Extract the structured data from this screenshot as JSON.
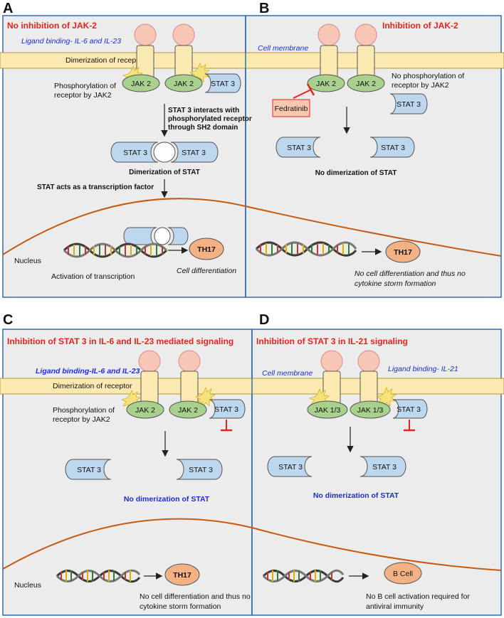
{
  "panels": {
    "A": {
      "letter": "A",
      "title": "No inhibition of JAK-2",
      "ligand": "Ligand binding- IL-6 and IL-23",
      "receptor_label": "Dimerization of receptor",
      "jak_left": "JAK 2",
      "jak_right": "JAK 2",
      "stat_side": "STAT 3",
      "phospho": [
        "Phosphorylation of",
        "receptor by JAK2"
      ],
      "interact": [
        "STAT 3 interacts with",
        "phosphorylated receptor",
        "through SH2 domain"
      ],
      "dimer_left": "STAT 3",
      "dimer_right": "STAT 3",
      "dimer_caption": "Dimerization of STAT",
      "transcription_factor": "STAT acts as a transcription factor",
      "nucleus": "Nucleus",
      "activation": "Activation of transcription",
      "th17": "TH17",
      "cell_diff": "Cell differentiation"
    },
    "B": {
      "letter": "B",
      "title": "Inhibition of JAK-2",
      "membrane": "Cell membrane",
      "jak_left": "JAK 2",
      "jak_right": "JAK 2",
      "no_phospho": [
        "No phosphorylation of",
        "receptor by JAK2"
      ],
      "stat_side": "STAT 3",
      "drug": "Fedratinib",
      "stat_left": "STAT 3",
      "stat_right": "STAT 3",
      "no_dimer": "No dimerization of STAT",
      "th17": "TH17",
      "outcome": [
        "No cell differentiation and thus no",
        "cytokine storm formation"
      ]
    },
    "C": {
      "letter": "C",
      "title": "Inhibition of STAT 3 in IL-6 and IL-23 mediated signaling",
      "ligand": "Ligand binding-IL-6 and IL-23",
      "receptor_label": "Dimerization of receptor",
      "phospho": [
        "Phosphorylation of",
        "receptor by JAK2"
      ],
      "jak_left": "JAK 2",
      "jak_right": "JAK 2",
      "stat_side": "STAT 3",
      "stat_left": "STAT 3",
      "stat_right": "STAT 3",
      "no_dimer": "No dimerization of STAT",
      "nucleus": "Nucleus",
      "th17": "TH17",
      "outcome": [
        "No cell differentiation and thus no",
        "cytokine storm formation"
      ]
    },
    "D": {
      "letter": "D",
      "title": "Inhibition of STAT 3 in IL-21 signaling",
      "membrane": "Cell membrane",
      "ligand": "Ligand binding- IL-21",
      "jak_left": "JAK 1/3",
      "jak_right": "JAK 1/3",
      "stat_side": "STAT 3",
      "stat_left": "STAT 3",
      "stat_right": "STAT 3",
      "no_dimer": "No dimerization of STAT",
      "bcell": "B Cell",
      "outcome": [
        "No B cell activation required for",
        "antiviral immunity"
      ]
    }
  },
  "colors": {
    "panel_bg": "#ececec",
    "panel_border": "#2f6fb0",
    "membrane": "#fbe9b2",
    "membrane_stroke": "#b8962e",
    "receptor_head": "#f7c6b6",
    "jak": "#a9d18e",
    "stat": "#bdd7ee",
    "th17": "#f4b183",
    "nucleus_line": "#c55a11",
    "drug_box": "#f7c7b0",
    "inhibit": "#e8231e"
  }
}
